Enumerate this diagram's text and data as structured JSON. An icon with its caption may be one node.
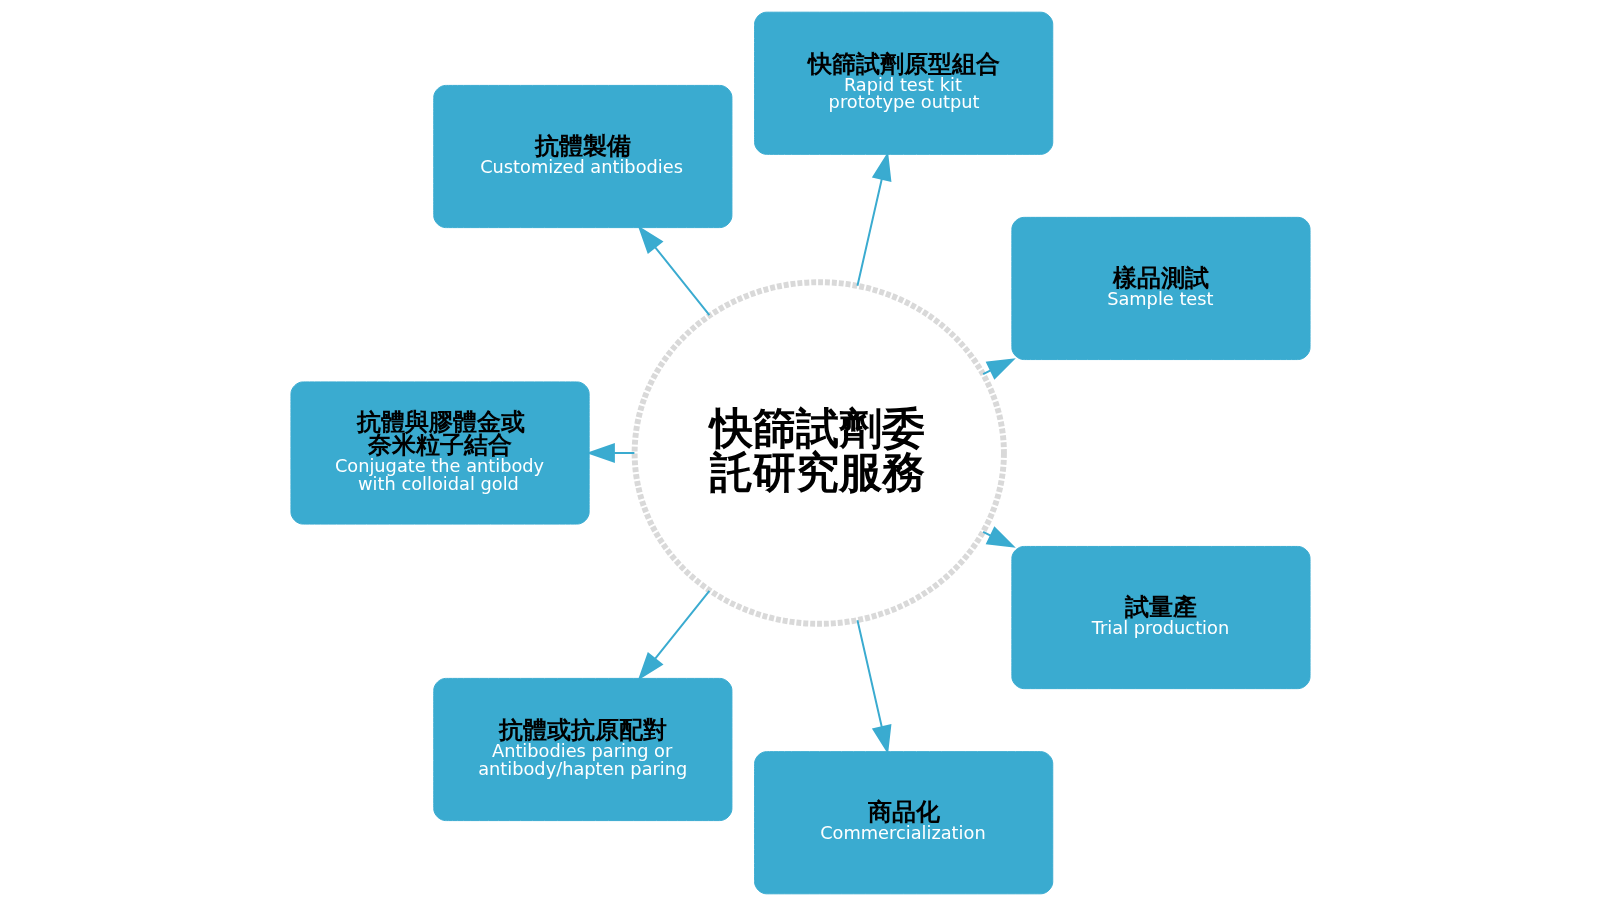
{
  "diagram": {
    "nodes": [
      {
        "text": [
          "抗體製備",
          "Customized antibodies"
        ]
      },
      {
        "text": [
          "快篩試劑原型組合",
          "Rapid test kit prototype output"
        ]
      },
      {
        "text": [
          "快篩試劑委託研究服務"
        ]
      },
      {
        "text": [
          "抗體與膠體金或奈米粒子結合",
          "Conjugate the antibody with colloidal gold"
        ]
      },
      {
        "text": [
          "樣品測試",
          "Sample test"
        ]
      },
      {
        "text": [
          "抗體或抗原配對",
          "Antibodies paring or antibody/hapten paring"
        ]
      },
      {
        "text": [
          "試量產",
          "Trial production"
        ]
      },
      {
        "text": [
          "商品化",
          "Commercialization"
        ]
      }
    ],
    "edges": [
      {
        "from": 2,
        "to": 0,
        "arrow": "to"
      },
      {
        "from": 2,
        "to": 1,
        "arrow": "to"
      },
      {
        "from": 2,
        "to": 3,
        "arrow": "to"
      },
      {
        "from": 2,
        "to": 4,
        "arrow": "to"
      },
      {
        "from": 2,
        "to": 5,
        "arrow": "to"
      },
      {
        "from": 2,
        "to": 6,
        "arrow": "to"
      },
      {
        "from": 2,
        "to": 7,
        "arrow": "to"
      }
    ]
  }
}
